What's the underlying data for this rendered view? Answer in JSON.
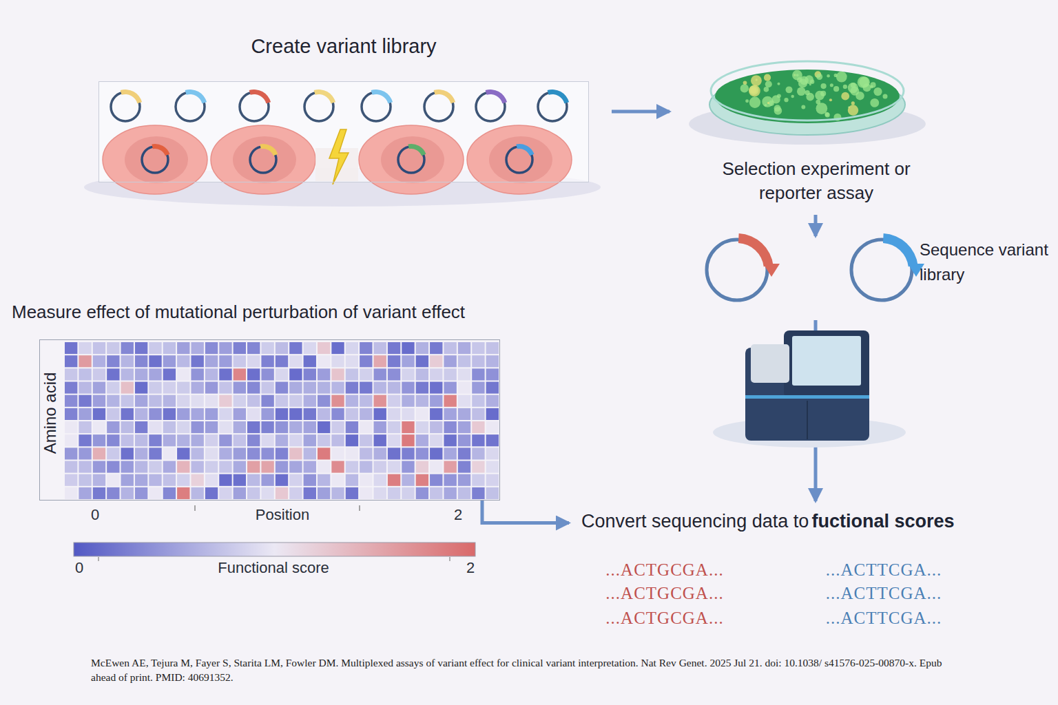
{
  "diagram": {
    "caption": "McEwen AE, Tejura M, Fayer S, Starita LM, Fowler DM. Multiplexed assays of variant effect for clinical variant interpretation. Nat Rev Genet. 2025 Jul 21. doi: 10.1038/ s41576-025-00870-x. Epub ahead of print. PMID: 40691352.",
    "nodes": [
      {
        "text": [
          "Create variant library"
        ]
      },
      {
        "text": [
          "Selection experiment or reporter assay"
        ]
      },
      {
        "text": [
          "Sequence variant library"
        ]
      },
      {
        "text": [
          "Convert sequencing data to",
          "fuctional scores"
        ]
      },
      {
        "text": [
          "Measure effect of mutational perturbation of variant effect"
        ]
      }
    ],
    "edges": [
      {
        "from": 0,
        "to": 1,
        "arrow": "to"
      },
      {
        "from": 1,
        "to": 2,
        "arrow": "to"
      },
      {
        "from": 2,
        "to": 3,
        "arrow": "to"
      },
      {
        "from": 4,
        "to": 3,
        "arrow": "to"
      }
    ],
    "labels": [
      "Amino acid",
      "0",
      "Position",
      "2",
      "0",
      "Functional score",
      "2",
      "...ACTGCGA...",
      "...ACTGCGA...",
      "...ACTGCGA...",
      "...ACTTCGA...",
      "...ACTTCGA...",
      "...ACTTCGA..."
    ]
  }
}
